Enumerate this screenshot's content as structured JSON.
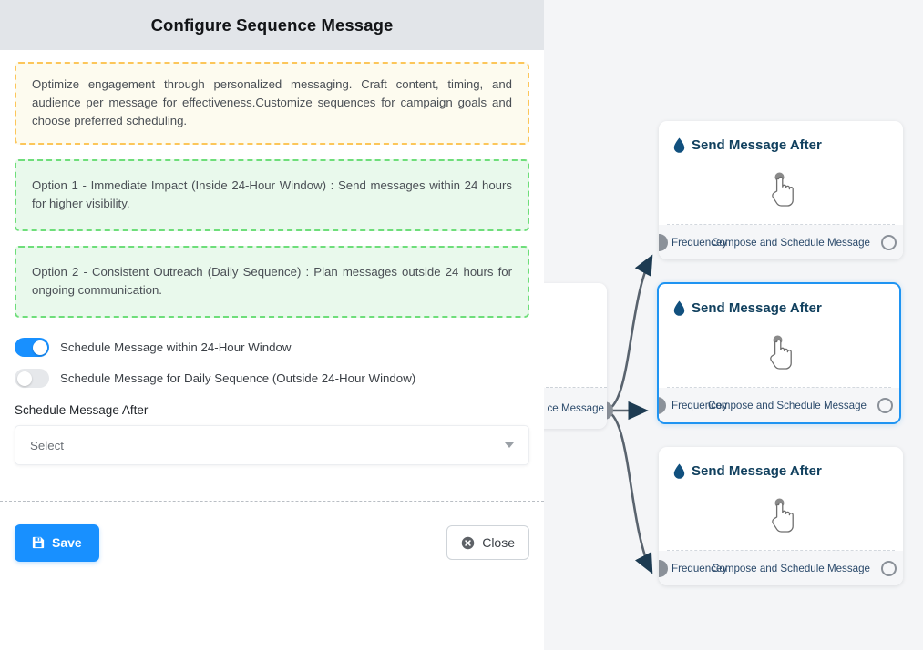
{
  "panel": {
    "title": "Configure Sequence Message",
    "callouts": [
      {
        "id": "intro",
        "tone": "amber",
        "text": "Optimize engagement through personalized messaging. Craft content, timing, and audience per message for effectiveness.Customize sequences for campaign goals and choose preferred scheduling."
      },
      {
        "id": "option-1",
        "tone": "green",
        "text": "Option 1 - Immediate Impact (Inside 24-Hour Window) : Send messages within 24 hours for higher visibility."
      },
      {
        "id": "option-2",
        "tone": "green",
        "text": "Option 2 - Consistent Outreach (Daily Sequence) : Plan messages outside 24 hours for ongoing communication."
      }
    ],
    "toggles": [
      {
        "id": "within-24h",
        "label": "Schedule Message within 24-Hour Window",
        "state": "on"
      },
      {
        "id": "daily-sequence",
        "label": "Schedule Message for Daily Sequence (Outside 24-Hour Window)",
        "state": "off"
      }
    ],
    "schedule_field": {
      "label": "Schedule Message After",
      "value": "Select",
      "placeholder": "Select"
    },
    "footer": {
      "save_label": "Save",
      "close_label": "Close",
      "save_icon": "floppy-disk-icon",
      "close_icon": "close-circle-icon"
    }
  },
  "canvas": {
    "source_node": {
      "footer_label": "ce Message"
    },
    "nodes": [
      {
        "id": "node-1",
        "title": "Send Message After",
        "title_icon": "water-drop-icon",
        "body_icon": "pointing-hand-icon",
        "footer_left": "Frequencey",
        "footer_right": "Compose and Schedule Message",
        "selected": false
      },
      {
        "id": "node-2",
        "title": "Send Message After",
        "title_icon": "water-drop-icon",
        "body_icon": "pointing-hand-icon",
        "footer_left": "Frequencey",
        "footer_right": "Compose and Schedule Message",
        "selected": true
      },
      {
        "id": "node-3",
        "title": "Send Message After",
        "title_icon": "water-drop-icon",
        "body_icon": "pointing-hand-icon",
        "footer_left": "Frequencey",
        "footer_right": "Compose and Schedule Message",
        "selected": false
      }
    ]
  },
  "colors": {
    "accent": "#1890ff",
    "selected_border": "#1f94f2",
    "callout_amber_border": "#fcc65a",
    "callout_amber_bg": "#fdfbef",
    "callout_green_border": "#6ede7a",
    "callout_green_bg": "#e9f9ec",
    "header_bg": "#e2e5e9",
    "canvas_bg": "#f4f5f7",
    "node_title": "#11405e",
    "edge": "#59636e"
  }
}
